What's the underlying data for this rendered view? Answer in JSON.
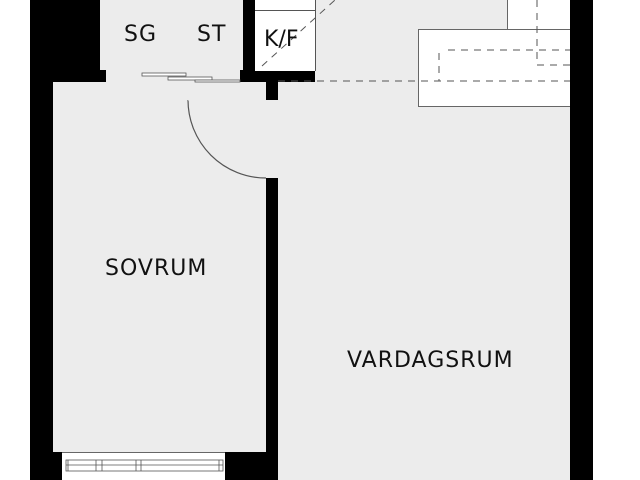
{
  "plan": {
    "rooms": [
      {
        "id": "sg",
        "label": "SG"
      },
      {
        "id": "st",
        "label": "ST"
      },
      {
        "id": "kf",
        "label": "K/F"
      },
      {
        "id": "sovrum",
        "label": "SOVRUM"
      },
      {
        "id": "vardagsrum",
        "label": "VARDAGSRUM"
      }
    ],
    "colors": {
      "wall": "#000000",
      "floor": "#ececec",
      "fixture": "#ffffff",
      "line": "#555555"
    }
  }
}
